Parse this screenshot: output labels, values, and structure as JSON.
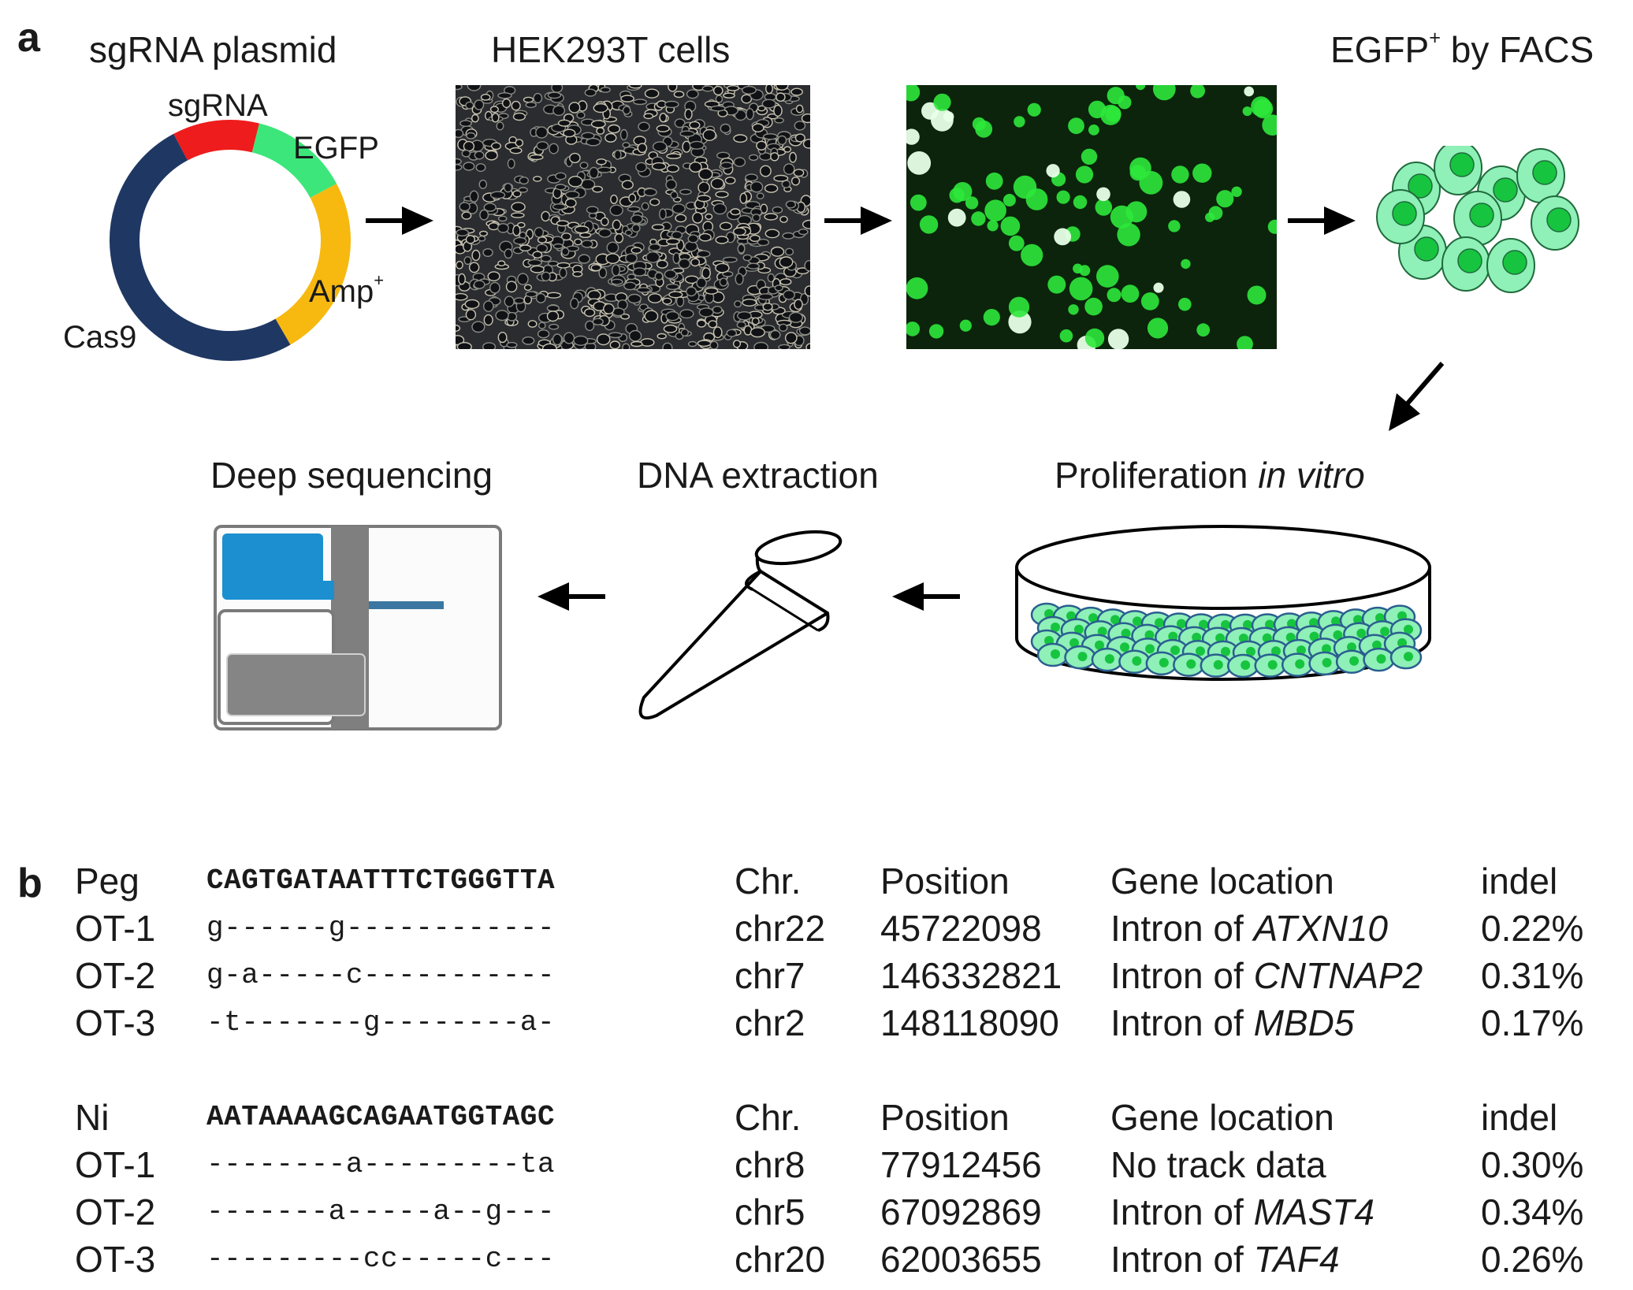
{
  "panel_a": {
    "letter": "a",
    "steps": {
      "plasmid": "sgRNA plasmid",
      "cells": "HEK293T cells",
      "facs_main": "EGFP",
      "facs_sup": "+",
      "facs_rest": " by FACS",
      "proliferation_main": "Proliferation ",
      "proliferation_italic": "in vitro",
      "dna_extraction": "DNA extraction",
      "deep_sequencing": "Deep sequencing"
    },
    "plasmid_segments": {
      "sgrna": "sgRNA",
      "egfp": "EGFP",
      "amp_main": "Amp",
      "amp_sup": "+",
      "cas9": "Cas9"
    },
    "colors": {
      "sgrna": "#ee1c1c",
      "egfp": "#3ce67a",
      "amp": "#f7b90f",
      "cas9": "#1f3763",
      "cell_fill": "#8ff0b8",
      "cell_nucleus": "#17c43f",
      "dish_cell_edge": "#2a5f8f",
      "sequencer_blue": "#1b8fd0",
      "sequencer_gray": "#7a7a7a"
    }
  },
  "panel_b": {
    "letter": "b",
    "groups": [
      {
        "header": {
          "name": "Peg",
          "seq": "CAGTGATAATTTCTGGGTTA",
          "chr": "Chr.",
          "pos": "Position",
          "gene": "Gene location",
          "indel": "indel"
        },
        "rows": [
          {
            "name": "OT-1",
            "seq": "g------g------------",
            "chr": "chr22",
            "pos": "45722098",
            "gene_prefix": "Intron of ",
            "gene_name": "ATXN10",
            "indel": "0.22%"
          },
          {
            "name": "OT-2",
            "seq": "g-a-----c-----------",
            "chr": "chr7",
            "pos": "146332821",
            "gene_prefix": "Intron of ",
            "gene_name": "CNTNAP2",
            "indel": "0.31%"
          },
          {
            "name": "OT-3",
            "seq": "-t-------g--------a-",
            "chr": "chr2",
            "pos": "148118090",
            "gene_prefix": "Intron of ",
            "gene_name": "MBD5",
            "indel": "0.17%"
          }
        ]
      },
      {
        "header": {
          "name": "Ni",
          "seq": "AATAAAAGCAGAATGGTAGC",
          "chr": "Chr.",
          "pos": "Position",
          "gene": "Gene location",
          "indel": "indel"
        },
        "rows": [
          {
            "name": "OT-1",
            "seq": "--------a---------ta",
            "chr": "chr8",
            "pos": "77912456",
            "gene_prefix": "No track data",
            "gene_name": "",
            "indel": "0.30%"
          },
          {
            "name": "OT-2",
            "seq": "-------a-----a--g---",
            "chr": "chr5",
            "pos": "67092869",
            "gene_prefix": "Intron of ",
            "gene_name": "MAST4",
            "indel": "0.34%"
          },
          {
            "name": "OT-3",
            "seq": "---------cc-----c---",
            "chr": "chr20",
            "pos": "62003655",
            "gene_prefix": "Intron of ",
            "gene_name": "TAF4",
            "indel": "0.26%"
          }
        ]
      }
    ]
  }
}
